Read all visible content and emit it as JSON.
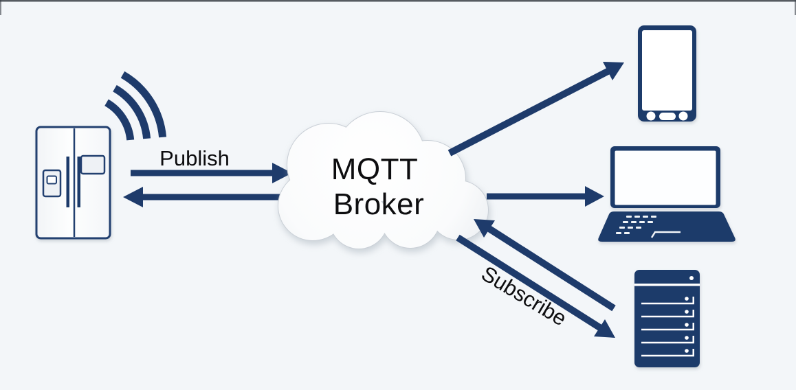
{
  "diagram": {
    "type": "mqtt-publish-subscribe-architecture",
    "background_color": "#f3f6f9",
    "accent_color": "#1e3b6b",
    "broker": {
      "shape": "cloud",
      "label_line1": "MQTT",
      "label_line2": "Broker"
    },
    "labels": {
      "publish": "Publish",
      "subscribe": "Subscribe"
    },
    "publisher": {
      "icon": "smart-refrigerator-icon",
      "signal_icon": "wifi-waves-icon"
    },
    "subscribers": [
      {
        "icon": "smartphone-icon"
      },
      {
        "icon": "laptop-icon"
      },
      {
        "icon": "server-rack-icon"
      }
    ],
    "colors": {
      "navy": "#1e3b6b",
      "navy_dark": "#17335f",
      "cloud_fill_center": "#ffffff",
      "cloud_fill_edge": "#e7ebef",
      "cloud_stroke": "#c9cfd6",
      "text": "#0d0d0f"
    }
  }
}
